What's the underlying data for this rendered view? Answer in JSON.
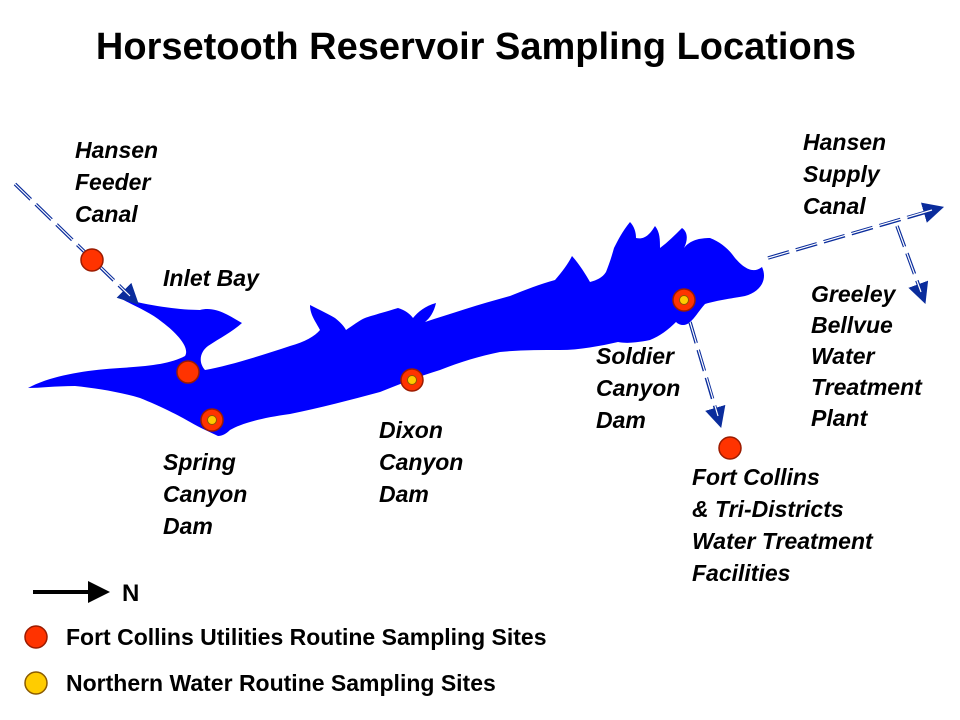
{
  "title": "Horsetooth Reservoir Sampling Locations",
  "colors": {
    "water": "#0000ff",
    "flow_arrow": "#0a2c9c",
    "fort_collins_site": "#ff3300",
    "northern_water_site": "#ffcc00",
    "site_outline": "#9b1b00",
    "text": "#000000"
  },
  "labels": {
    "hansen_feeder": [
      "Hansen",
      "Feeder",
      "Canal"
    ],
    "inlet_bay": [
      "Inlet Bay"
    ],
    "hansen_supply": [
      "Hansen",
      "Supply",
      "Canal"
    ],
    "greeley": [
      "Greeley",
      "Bellvue",
      "Water",
      "Treatment",
      "Plant"
    ],
    "soldier": [
      "Soldier",
      "Canyon",
      "Dam"
    ],
    "dixon": [
      "Dixon",
      "Canyon",
      "Dam"
    ],
    "spring": [
      "Spring",
      "Canyon",
      "Dam"
    ],
    "fort_collins": [
      "Fort Collins",
      "& Tri-Districts",
      "Water Treatment",
      "Facilities"
    ]
  },
  "sites": [
    {
      "id": "hansen-feeder-canal-site",
      "type": "fort_collins"
    },
    {
      "id": "inlet-bay-site",
      "type": "fort_collins"
    },
    {
      "id": "fort-collins-facilities-site",
      "type": "fort_collins"
    },
    {
      "id": "spring-canyon-dam-site",
      "type": "both"
    },
    {
      "id": "dixon-canyon-dam-site",
      "type": "both"
    },
    {
      "id": "soldier-canyon-dam-site",
      "type": "both"
    }
  ],
  "north_arrow": {
    "label": "N"
  },
  "legend": {
    "fort_collins": "Fort Collins Utilities Routine Sampling Sites",
    "northern_water": "Northern Water Routine Sampling Sites"
  }
}
